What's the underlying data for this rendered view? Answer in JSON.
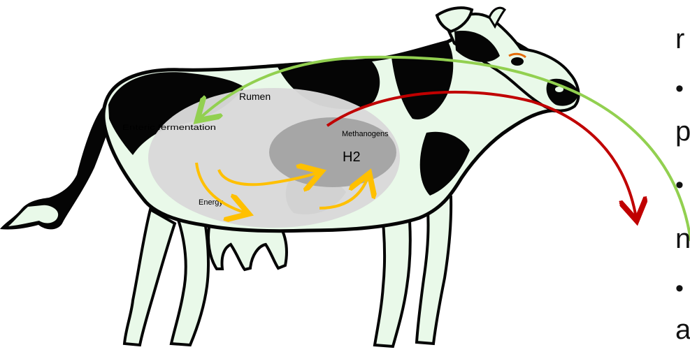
{
  "labels": {
    "rumen": "Rumen",
    "fermentation": "Enteric fermentation",
    "methanogens": "Methanogens",
    "h2": "H2",
    "energy": "Energy"
  },
  "side_text": [
    {
      "text": "r"
    },
    {
      "text": "•"
    },
    {
      "text": "p"
    },
    {
      "text": "•"
    },
    {
      "text": "n"
    },
    {
      "text": "•"
    },
    {
      "text": "a"
    }
  ],
  "colors": {
    "cow_fill": "#e9f9e9",
    "cow_spots": "#050505",
    "rumen_fill": "#d9d9d9",
    "methanogen_fill": "#a6a6a6",
    "energy_arrow": "#ffc000",
    "green_arrow": "#92d050",
    "red_arrow": "#c00000",
    "eye": "#e46c0a"
  }
}
